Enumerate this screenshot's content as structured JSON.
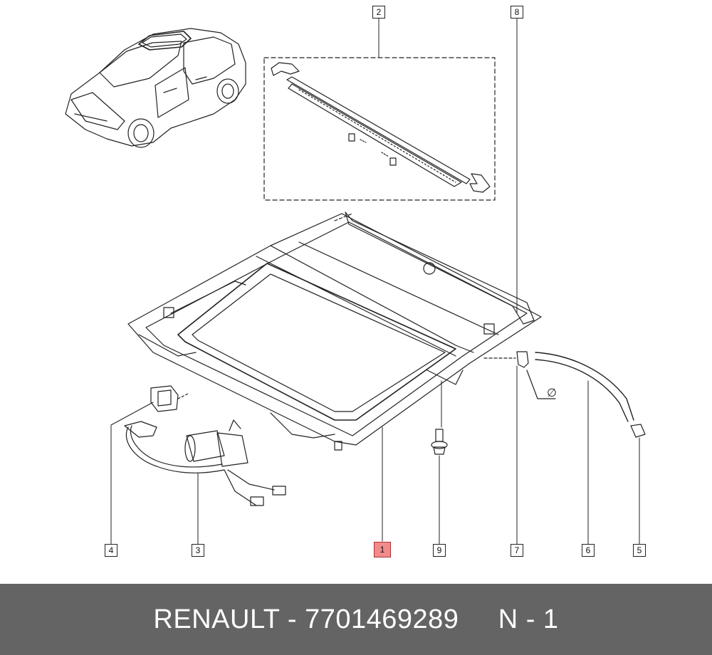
{
  "diagram": {
    "callouts": [
      {
        "id": "c2",
        "label": "2"
      },
      {
        "id": "c8",
        "label": "8"
      },
      {
        "id": "c4",
        "label": "4"
      },
      {
        "id": "c3",
        "label": "3"
      },
      {
        "id": "c1",
        "label": "1"
      },
      {
        "id": "c9",
        "label": "9"
      },
      {
        "id": "c7",
        "label": "7"
      },
      {
        "id": "c6",
        "label": "6"
      },
      {
        "id": "c5",
        "label": "5"
      }
    ],
    "diameter_symbol": "∅",
    "highlight_color": "#f08c8c",
    "line_color": "#222222"
  },
  "footer": {
    "brand": "RENAULT",
    "separator": "-",
    "part_number": "7701469289",
    "position_code": "N - 1",
    "background_color": "#646464"
  }
}
